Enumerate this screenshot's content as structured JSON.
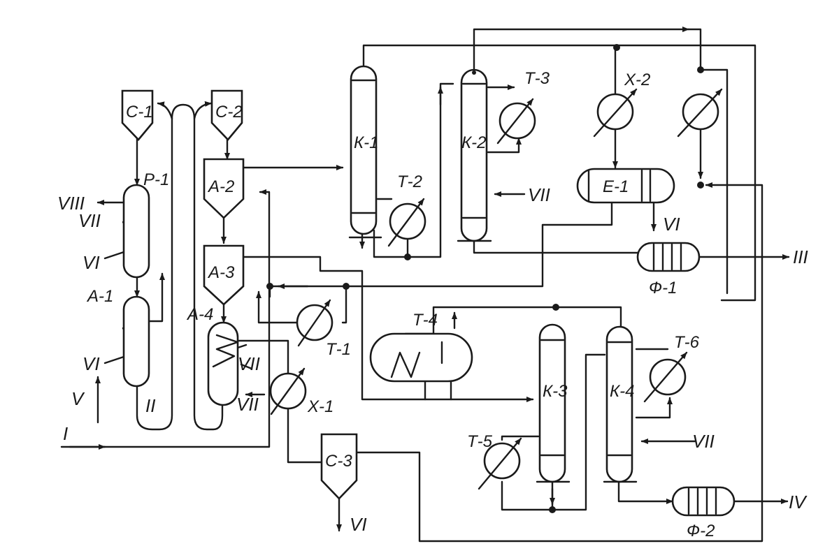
{
  "equipment": {
    "c1": "С-1",
    "c2": "С-2",
    "c3": "С-3",
    "p1": "Р-1",
    "a1": "А-1",
    "a2": "А-2",
    "a3": "А-3",
    "a4": "А-4",
    "k1": "К-1",
    "k2": "К-2",
    "k3": "К-3",
    "k4": "К-4",
    "t1": "Т-1",
    "t2": "Т-2",
    "t3": "Т-3",
    "t4": "Т-4",
    "t5": "Т-5",
    "t6": "Т-6",
    "x1": "Х-1",
    "x2": "Х-2",
    "e1": "Е-1",
    "f1": "Ф-1",
    "f2": "Ф-2"
  },
  "streams": {
    "s1": "I",
    "s2": "II",
    "s3": "III",
    "s4": "IV",
    "s5": "V",
    "s6": "VI",
    "s7": "VII",
    "s8": "VIII"
  }
}
